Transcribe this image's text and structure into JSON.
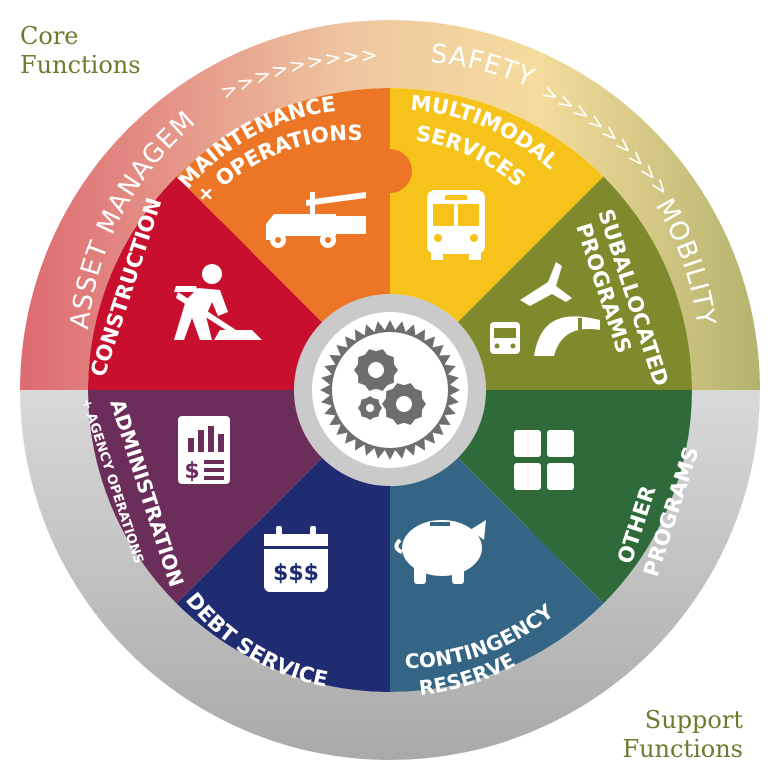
{
  "labels": {
    "core_line1": "Core",
    "core_line2": "Functions",
    "support_line1": "Support",
    "support_line2": "Functions"
  },
  "ring": {
    "asset_management": "ASSET MANAGEMENT",
    "safety": "SAFETY",
    "mobility": "MOBILITY",
    "chevrons": ">>>>>>>>>>"
  },
  "segments": {
    "maintenance_line1": "MAINTENANCE",
    "maintenance_line2": "+ OPERATIONS",
    "multimodal_line1": "MULTIMODAL",
    "multimodal_line2": "SERVICES",
    "suballocated_line1": "SUBALLOCATED",
    "suballocated_line2": "PROGRAMS",
    "other_line1": "OTHER",
    "other_line2": "PROGRAMS",
    "contingency_line1": "CONTINGENCY",
    "contingency_line2": "RESERVE",
    "debt_service": "DEBT SERVICE",
    "administration_line1": "ADMINISTRATION",
    "administration_line2": "+ AGENCY OPERATIONS",
    "construction": "CONSTRUCTION"
  },
  "icons": {
    "maintenance": "truck-icon",
    "multimodal": "bus-icon",
    "suballocated": "airplane-bus-road-icon",
    "other": "grid-icon",
    "contingency": "piggy-bank-icon",
    "debt": "calendar-dollar-icon",
    "administration": "report-icon",
    "construction": "worker-shovel-icon",
    "center": "gears-icon"
  },
  "calendar_text": "$$$",
  "colors": {
    "maintenance": "#ec7625",
    "multimodal": "#f6c31b",
    "suballocated": "#7f8a2c",
    "other": "#2f6b3a",
    "contingency": "#356585",
    "debt": "#1f2c72",
    "administration": "#6b2d5a",
    "construction": "#c8102e",
    "core_ring_left": "#dc6a6e",
    "core_ring_right": "#b7b575",
    "support_ring": "#bcbcbc"
  }
}
